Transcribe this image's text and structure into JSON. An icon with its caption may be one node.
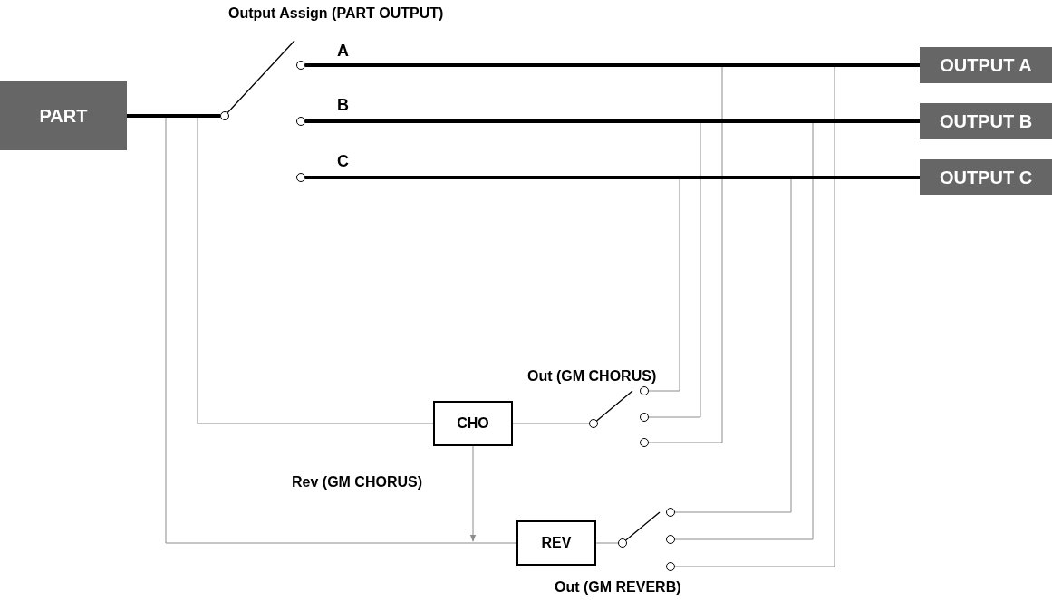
{
  "diagram": {
    "nodes": [
      {
        "text": [
          "PART"
        ]
      },
      {
        "text": [],
        "shape": "circle"
      },
      {
        "text": [],
        "shape": "circle",
        "beside": [
          "A"
        ]
      },
      {
        "text": [],
        "shape": "circle",
        "beside": [
          "B"
        ]
      },
      {
        "text": [],
        "shape": "circle",
        "beside": [
          "C"
        ]
      },
      {
        "text": [
          "OUTPUT A"
        ]
      },
      {
        "text": [
          "OUTPUT B"
        ]
      },
      {
        "text": [
          "OUTPUT C"
        ]
      },
      {
        "text": [
          "CHO"
        ]
      },
      {
        "text": [],
        "shape": "circle"
      },
      {
        "text": [],
        "shape": "circle"
      },
      {
        "text": [],
        "shape": "circle"
      },
      {
        "text": [],
        "shape": "circle"
      },
      {
        "text": [
          "REV"
        ]
      },
      {
        "text": [],
        "shape": "circle"
      },
      {
        "text": [],
        "shape": "circle"
      },
      {
        "text": [],
        "shape": "circle"
      },
      {
        "text": [],
        "shape": "circle"
      }
    ],
    "edges": [
      {
        "from": 0,
        "to": 1,
        "arrow": "none",
        "style": "thick",
        "color": "#000000"
      },
      {
        "from": 2,
        "to": 5,
        "arrow": "none",
        "style": "thick",
        "color": "#000000"
      },
      {
        "from": 3,
        "to": 6,
        "arrow": "none",
        "style": "thick",
        "color": "#000000"
      },
      {
        "from": 4,
        "to": 7,
        "arrow": "none",
        "style": "thick",
        "color": "#000000"
      },
      {
        "from": 0,
        "to": 8,
        "arrow": "none"
      },
      {
        "from": 0,
        "to": 13,
        "arrow": "none"
      },
      {
        "from": 8,
        "to": 13,
        "arrow": "to",
        "label": "Rev (GM CHORUS)"
      },
      {
        "from": 8,
        "to": 9,
        "arrow": "none"
      },
      {
        "from": 10,
        "to": 7,
        "arrow": "none"
      },
      {
        "from": 11,
        "to": 6,
        "arrow": "none"
      },
      {
        "from": 12,
        "to": 5,
        "arrow": "none"
      },
      {
        "from": 13,
        "to": 14,
        "arrow": "none"
      },
      {
        "from": 15,
        "to": 7,
        "arrow": "none"
      },
      {
        "from": 16,
        "to": 6,
        "arrow": "none"
      },
      {
        "from": 17,
        "to": 5,
        "arrow": "none"
      }
    ],
    "labels": [
      "Output Assign (PART OUTPUT)",
      "Out (GM CHORUS)",
      "Out (GM REVERB)"
    ]
  }
}
